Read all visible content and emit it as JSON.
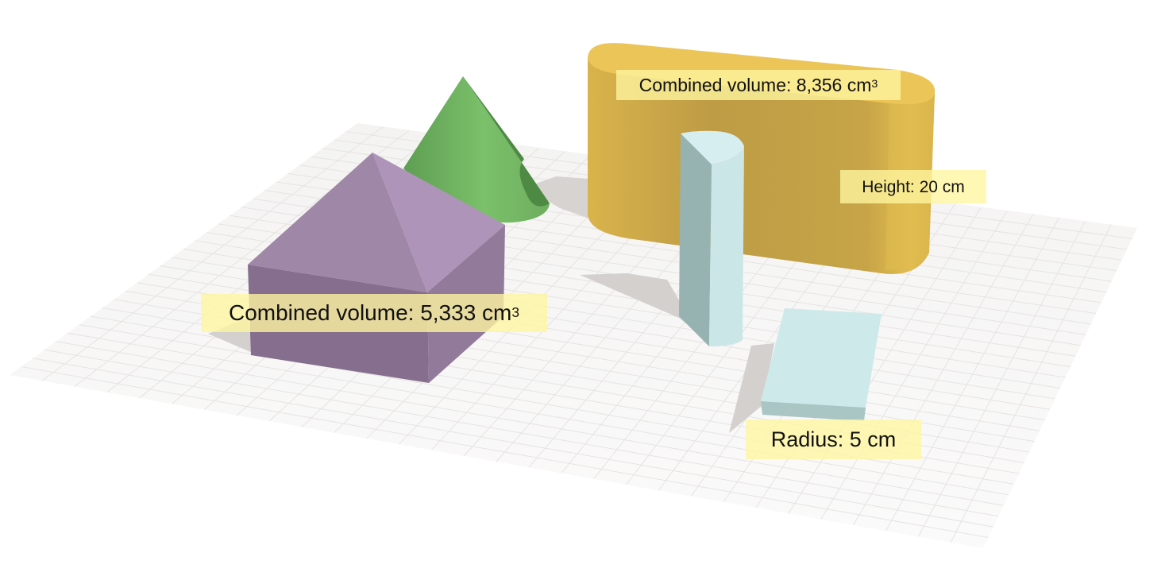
{
  "labels": {
    "yellow_volume": {
      "prefix": "Combined volume: 8,356 cm",
      "exponent": "3"
    },
    "yellow_height": {
      "text": "Height: 20 cm"
    },
    "purple_volume": {
      "prefix": "Combined volume: 5,333 cm",
      "exponent": "3"
    },
    "cyan_radius": {
      "text": "Radius: 5 cm"
    }
  },
  "colors": {
    "ground": "#f6f5f4",
    "grid": "#e6e4e2",
    "shadow": "#d3d0ce",
    "purple_light": "#ae94b8",
    "purple_mid": "#9f87a8",
    "purple_dark": "#876f8f",
    "green_light": "#7bc06a",
    "green_dark": "#4f8a45",
    "yellow_light": "#ebc557",
    "yellow_mid": "#c5a448",
    "cyan_light": "#cde9ea",
    "cyan_dark": "#97b3b1",
    "label_bg": "#fff6a0"
  }
}
